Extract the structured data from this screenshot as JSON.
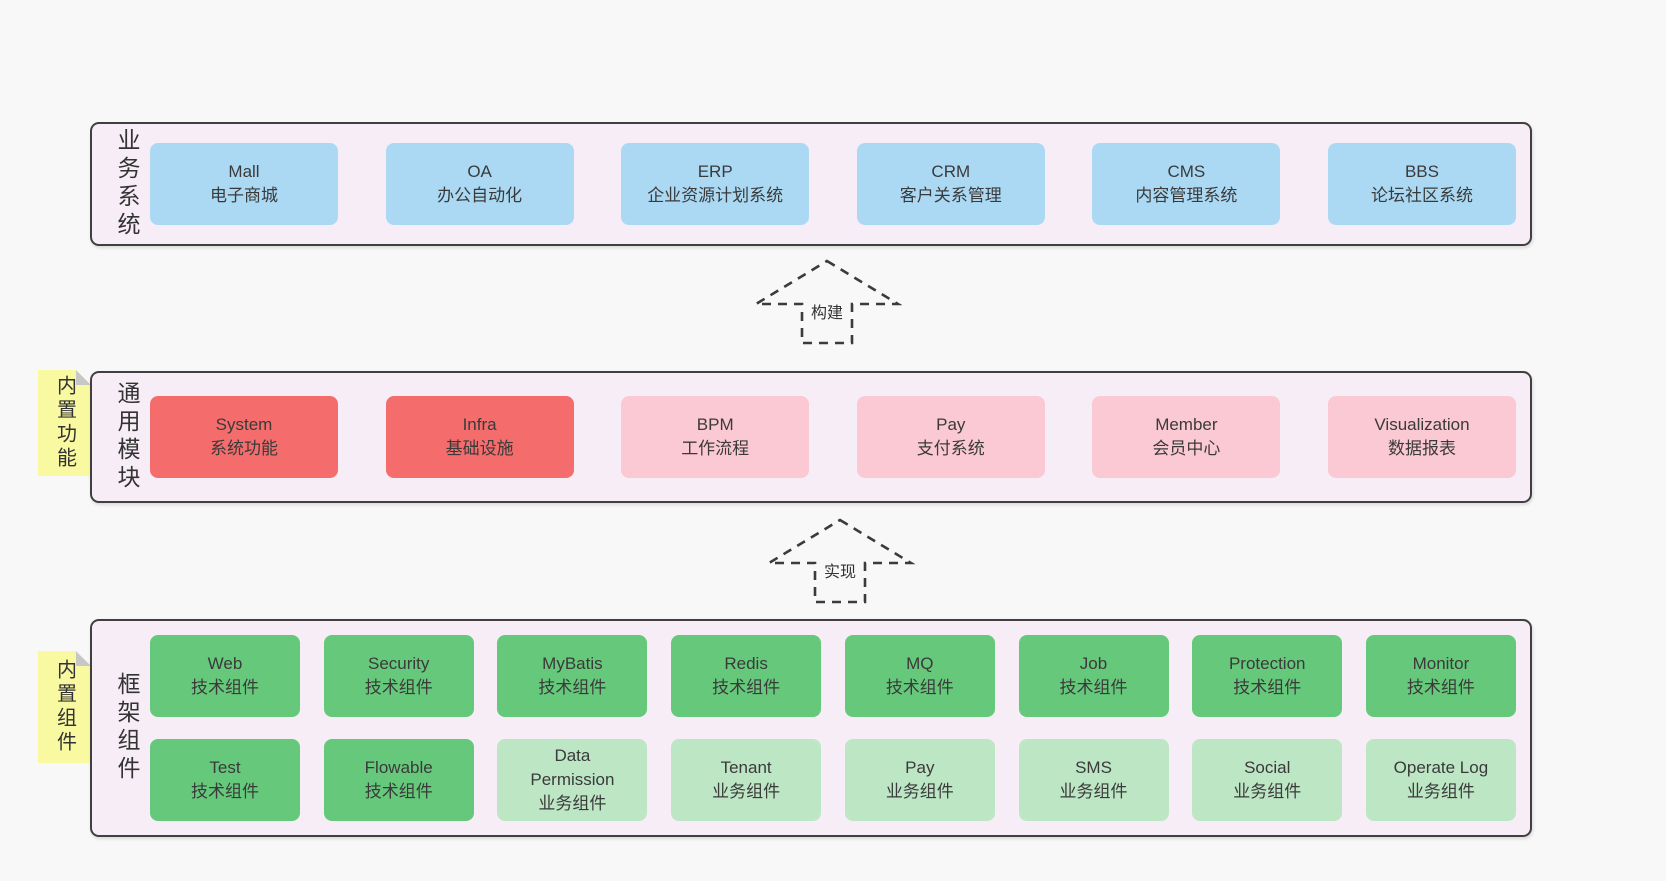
{
  "colors": {
    "page_bg": "#f8f8f8",
    "band_bg": "#f7edf6",
    "band_border": "#404040",
    "blue_box": "#abd9f3",
    "red_box": "#f46c6c",
    "pink_box": "#fbc9d3",
    "dark_green_box": "#66c87a",
    "light_green_box": "#bde6c5",
    "sticky_yellow": "#f9f9a1",
    "sticky_fold_gray": "#c7c7c7",
    "text": "#3a3a3a"
  },
  "business_band": {
    "label": "业务系统",
    "boxes": [
      {
        "en": "Mall",
        "zh": "电子商城",
        "variant": "blue"
      },
      {
        "en": "OA",
        "zh": "办公自动化",
        "variant": "blue"
      },
      {
        "en": "ERP",
        "zh": "企业资源计划系统",
        "variant": "blue"
      },
      {
        "en": "CRM",
        "zh": "客户关系管理",
        "variant": "blue"
      },
      {
        "en": "CMS",
        "zh": "内容管理系统",
        "variant": "blue"
      },
      {
        "en": "BBS",
        "zh": "论坛社区系统",
        "variant": "blue"
      }
    ]
  },
  "arrows": {
    "build_label": "构建",
    "implement_label": "实现"
  },
  "module_band": {
    "label": "通用模块",
    "sticky": "内置功能",
    "boxes": [
      {
        "en": "System",
        "zh": "系统功能",
        "variant": "red"
      },
      {
        "en": "Infra",
        "zh": "基础设施",
        "variant": "red"
      },
      {
        "en": "BPM",
        "zh": "工作流程",
        "variant": "pink"
      },
      {
        "en": "Pay",
        "zh": "支付系统",
        "variant": "pink"
      },
      {
        "en": "Member",
        "zh": "会员中心",
        "variant": "pink"
      },
      {
        "en": "Visualization",
        "zh": "数据报表",
        "variant": "pink"
      }
    ]
  },
  "component_band": {
    "label": "框架组件",
    "sticky": "内置组件",
    "rows": [
      [
        {
          "en": "Web",
          "zh": "技术组件",
          "variant": "dark"
        },
        {
          "en": "Security",
          "zh": "技术组件",
          "variant": "dark"
        },
        {
          "en": "MyBatis",
          "zh": "技术组件",
          "variant": "dark"
        },
        {
          "en": "Redis",
          "zh": "技术组件",
          "variant": "dark"
        },
        {
          "en": "MQ",
          "zh": "技术组件",
          "variant": "dark"
        },
        {
          "en": "Job",
          "zh": "技术组件",
          "variant": "dark"
        },
        {
          "en": "Protection",
          "zh": "技术组件",
          "variant": "dark"
        },
        {
          "en": "Monitor",
          "zh": "技术组件",
          "variant": "dark"
        }
      ],
      [
        {
          "en": "Test",
          "zh": "技术组件",
          "variant": "dark"
        },
        {
          "en": "Flowable",
          "zh": "技术组件",
          "variant": "dark"
        },
        {
          "en": "Data Permission",
          "zh": "业务组件",
          "variant": "light"
        },
        {
          "en": "Tenant",
          "zh": "业务组件",
          "variant": "light"
        },
        {
          "en": "Pay",
          "zh": "业务组件",
          "variant": "light"
        },
        {
          "en": "SMS",
          "zh": "业务组件",
          "variant": "light"
        },
        {
          "en": "Social",
          "zh": "业务组件",
          "variant": "light"
        },
        {
          "en": "Operate Log",
          "zh": "业务组件",
          "variant": "light"
        }
      ]
    ]
  }
}
